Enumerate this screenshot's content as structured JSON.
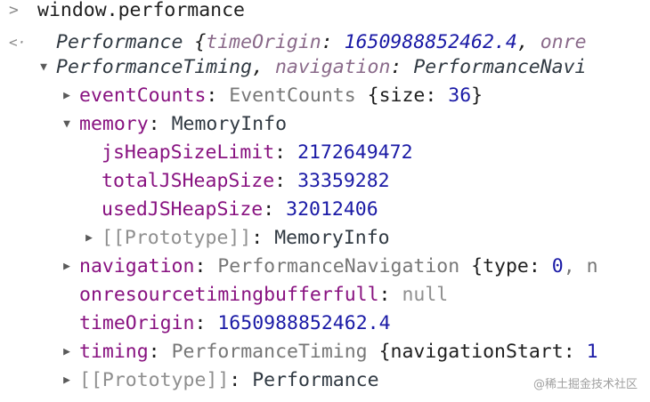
{
  "input": {
    "prompt_glyph": ">",
    "expression": "window.performance"
  },
  "result": {
    "return_glyph": "<·",
    "summary": {
      "class_name": "Performance",
      "open_brace": "{",
      "timeOrigin_key": "timeOrigin",
      "colon": ":",
      "timeOrigin_value": "1650988852462.4",
      "comma": ",",
      "trailing_key": "onre",
      "line2_class": "PerformanceTiming",
      "navigation_key": "navigation",
      "navigation_value": "PerformanceNavi"
    },
    "properties": {
      "eventCounts": {
        "key": "eventCounts",
        "class_name": "EventCounts",
        "preview_open": "{size:",
        "size": "36",
        "preview_close": "}"
      },
      "memory": {
        "key": "memory",
        "class_name": "MemoryInfo",
        "children": [
          {
            "key": "jsHeapSizeLimit",
            "value": "2172649472"
          },
          {
            "key": "totalJSHeapSize",
            "value": "33359282"
          },
          {
            "key": "usedJSHeapSize",
            "value": "32012406"
          }
        ],
        "prototype_key": "[[Prototype]]",
        "prototype_value": "MemoryInfo"
      },
      "navigation": {
        "key": "navigation",
        "class_name": "PerformanceNavigation",
        "preview_open": "{type:",
        "type_value": "0",
        "tail": ", n"
      },
      "onresourcetimingbufferfull": {
        "key": "onresourcetimingbufferfull",
        "value": "null"
      },
      "timeOrigin": {
        "key": "timeOrigin",
        "value": "1650988852462.4"
      },
      "timing": {
        "key": "timing",
        "class_name": "PerformanceTiming",
        "preview_open": "{navigationStart:",
        "tail": "1"
      },
      "prototype": {
        "key": "[[Prototype]]",
        "value": "Performance"
      }
    }
  },
  "watermark": "@稀土掘金技术社区"
}
